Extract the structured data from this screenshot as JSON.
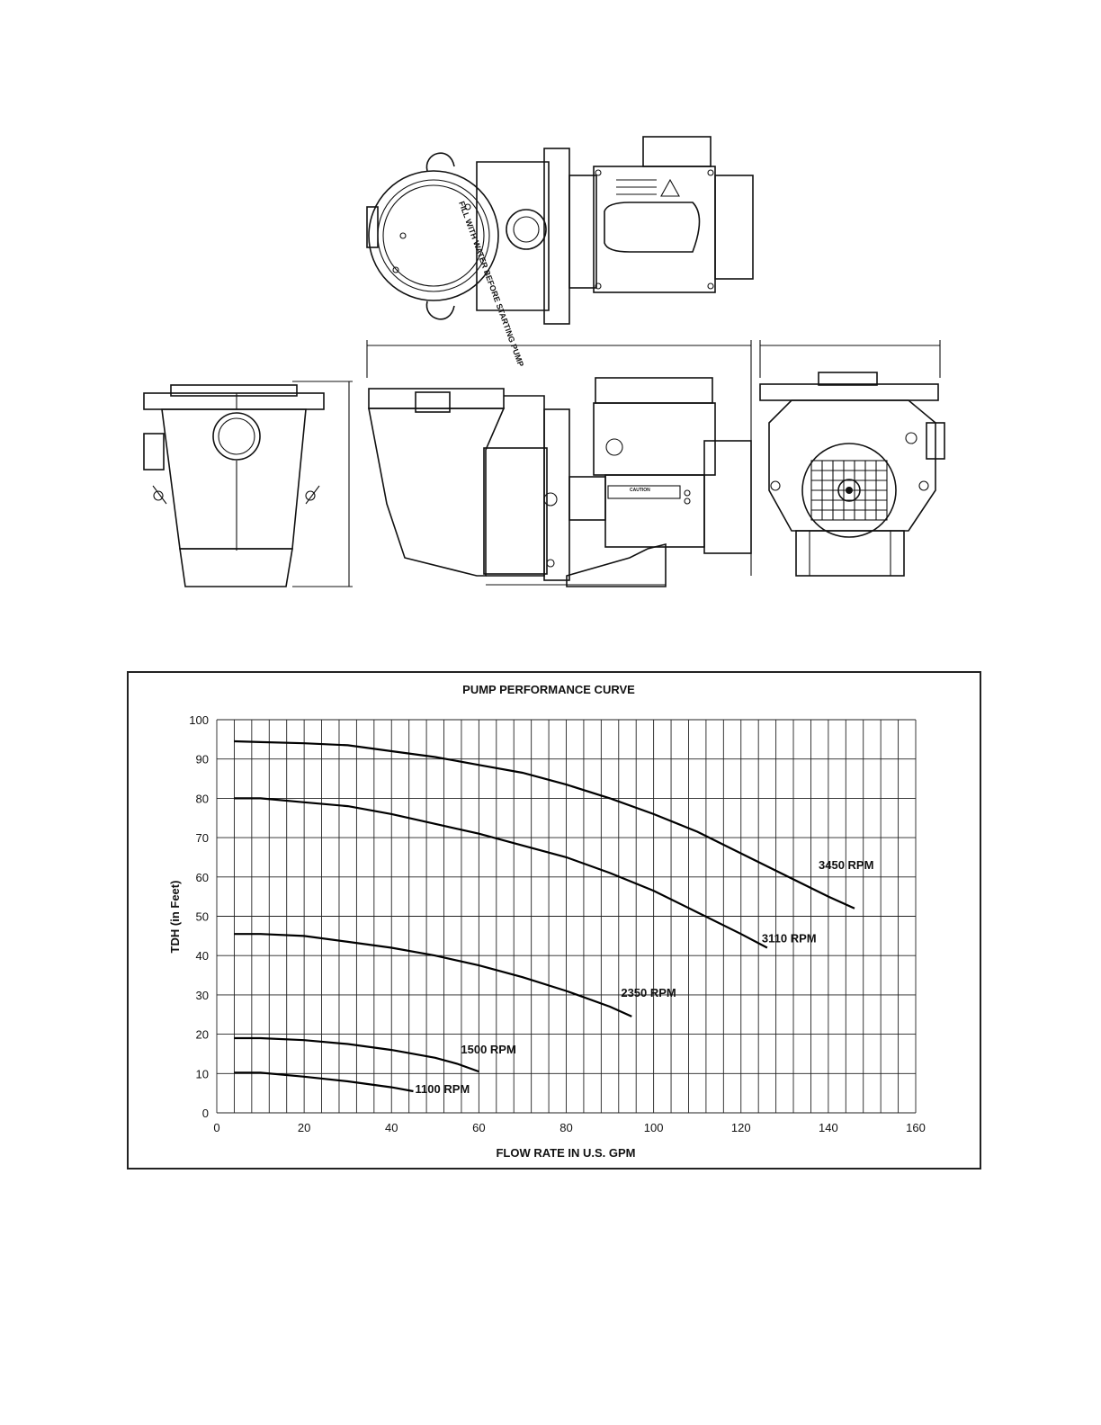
{
  "drawings": {
    "label_top_cap": "FILL WITH WATER BEFORE STARTING PUMP",
    "label_caution": "CAUTION"
  },
  "chart_data": {
    "type": "line",
    "title": "PUMP PERFORMANCE CURVE",
    "xlabel": "FLOW RATE IN U.S. GPM",
    "ylabel": "TDH (in Feet)",
    "xlim": [
      0,
      160
    ],
    "ylim": [
      0,
      100
    ],
    "xticks": [
      0,
      20,
      40,
      60,
      80,
      100,
      120,
      140,
      160
    ],
    "yticks": [
      0,
      10,
      20,
      30,
      40,
      50,
      60,
      70,
      80,
      90,
      100
    ],
    "grid": true,
    "series": [
      {
        "name": "3450 RPM",
        "x": [
          4,
          10,
          20,
          30,
          40,
          50,
          60,
          70,
          80,
          90,
          100,
          110,
          120,
          130,
          140,
          146
        ],
        "y": [
          94.5,
          94.3,
          94,
          93.5,
          92,
          90.5,
          88.5,
          86.5,
          83.5,
          80,
          76,
          71.5,
          66,
          60.5,
          55,
          52
        ]
      },
      {
        "name": "3110 RPM",
        "x": [
          4,
          10,
          20,
          30,
          40,
          50,
          60,
          70,
          80,
          90,
          100,
          110,
          120,
          126
        ],
        "y": [
          80,
          80,
          79,
          78,
          76,
          73.5,
          71,
          68,
          65,
          61,
          56.5,
          51,
          45.5,
          42
        ]
      },
      {
        "name": "2350 RPM",
        "x": [
          4,
          10,
          20,
          30,
          40,
          50,
          60,
          70,
          80,
          90,
          95
        ],
        "y": [
          45.5,
          45.5,
          45,
          43.5,
          42,
          40,
          37.5,
          34.5,
          31,
          27,
          24.5
        ]
      },
      {
        "name": "1500 RPM",
        "x": [
          4,
          10,
          20,
          30,
          40,
          50,
          55,
          60
        ],
        "y": [
          19,
          19,
          18.5,
          17.5,
          16,
          14,
          12.5,
          10.5
        ]
      },
      {
        "name": "1100 RPM",
        "x": [
          4,
          10,
          20,
          30,
          40,
          45
        ],
        "y": [
          10.2,
          10.2,
          9.2,
          8,
          6.5,
          5.5
        ]
      }
    ]
  }
}
